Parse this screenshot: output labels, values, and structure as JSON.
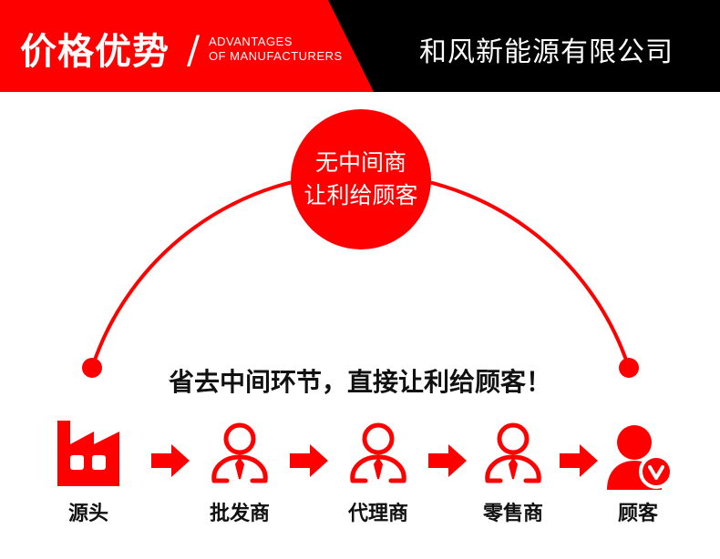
{
  "header": {
    "title": "价格优势",
    "subtitle_line1": "ADVANTAGES",
    "subtitle_line2": "OF MANUFACTURERS",
    "company": "和风新能源有限公司"
  },
  "badge": {
    "line1": "无中间商",
    "line2": "让利给顾客"
  },
  "headline": "省去中间环节，直接让利给顾客！",
  "steps": [
    {
      "label": "源头",
      "icon": "factory-icon"
    },
    {
      "label": "批发商",
      "icon": "person-tie-icon"
    },
    {
      "label": "代理商",
      "icon": "person-tie-icon"
    },
    {
      "label": "零售商",
      "icon": "person-tie-icon"
    },
    {
      "label": "顾客",
      "icon": "customer-check-icon"
    }
  ],
  "colors": {
    "accent": "#ff0000",
    "dark": "#000000"
  }
}
